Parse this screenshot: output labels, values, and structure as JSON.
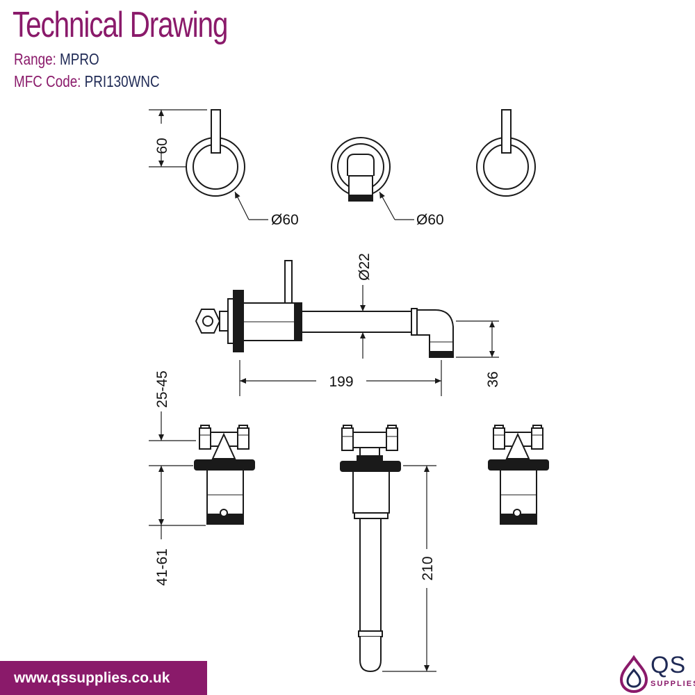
{
  "header": {
    "title": "Technical Drawing",
    "range_label": "Range:",
    "range_value": "MPRO",
    "mfc_label": "MFC Code:",
    "mfc_value": "PRI130WNC"
  },
  "dimensions": {
    "handle_height": "60",
    "handle_diameter": "Ø60",
    "spout_plate_diameter": "Ø60",
    "spout_diameter": "Ø22",
    "spout_projection": "199",
    "spout_outlet_height": "36",
    "cartridge_depth": "25-45",
    "body_depth": "41-61",
    "spout_body_length": "210"
  },
  "footer": {
    "website": "www.qssupplies.co.uk"
  },
  "logo": {
    "word": "QS",
    "sub": "SUPPLIES"
  },
  "colors": {
    "brand_purple": "#8a1a6a",
    "ink_navy": "#1f2a55",
    "line": "#1a1a1a"
  }
}
